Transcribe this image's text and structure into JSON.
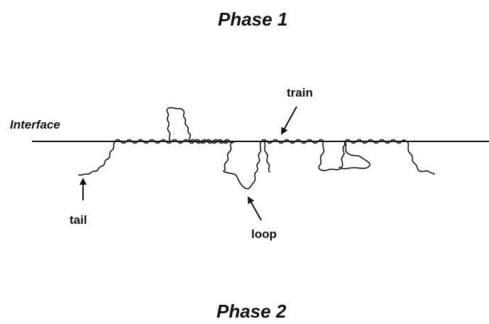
{
  "diagram": {
    "phase1_title": "Phase 1",
    "phase2_title": "Phase 2",
    "interface_label": "Interface",
    "labels": {
      "train": "train",
      "tail": "tail",
      "loop": "loop"
    }
  },
  "colors": {
    "ink": "#111111",
    "background": "#ffffff"
  }
}
